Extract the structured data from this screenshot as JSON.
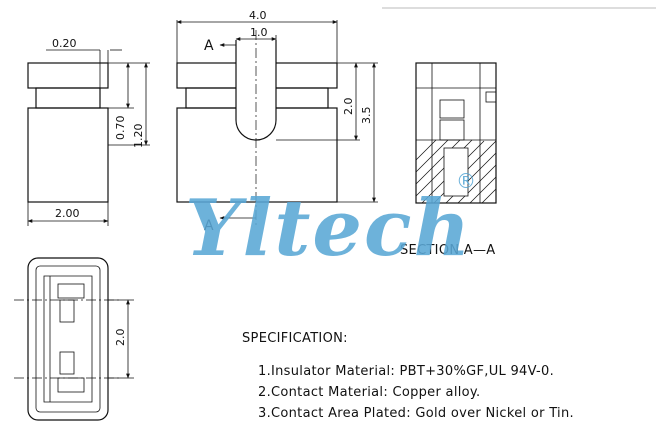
{
  "logo": {
    "text": "Yltech",
    "color": "#5aa8d6",
    "mark": "®"
  },
  "dimensions": {
    "side_width_top": "0.20",
    "side_height_a": "0.70",
    "side_height_b": "1.20",
    "side_bottom": "2.00",
    "front_width": "4.0",
    "front_pin_offset": "1.0",
    "front_height_a": "2.0",
    "front_height_b": "3.5",
    "bottom_pitch": "2.0"
  },
  "section": {
    "marker_top": "A",
    "marker_bottom": "A",
    "label": "SECTION   A—A"
  },
  "specification": {
    "title": "SPECIFICATION:",
    "items": [
      "1.Insulator Material: PBT+30%GF,UL 94V-0.",
      "2.Contact Material: Copper alloy.",
      "3.Contact Area Plated: Gold over Nickel or Tin."
    ]
  }
}
